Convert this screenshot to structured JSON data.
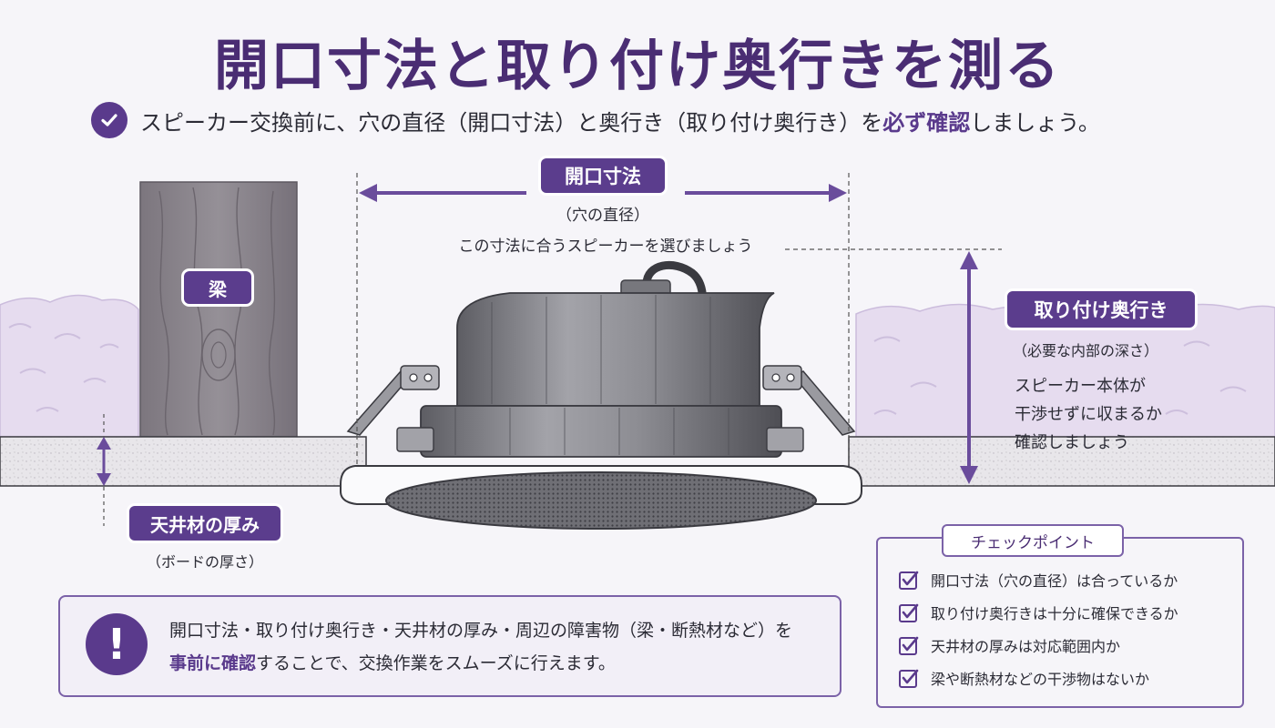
{
  "title": "開口寸法と取り付け奥行きを測る",
  "subtitle": {
    "before": "スピーカー交換前に、穴の直径（開口寸法）と奥行き（取り付け奥行き）を",
    "emphasis": "必ず確認",
    "after": "しましょう。"
  },
  "labels": {
    "beam": "梁",
    "opening": "開口寸法",
    "opening_sub": "（穴の直径）",
    "opening_note": "この寸法に合うスピーカーを選びましょう",
    "depth": "取り付け奥行き",
    "depth_sub": "（必要な内部の深さ）",
    "depth_note_1": "スピーカー本体が",
    "depth_note_2": "干渉せずに収まるか",
    "depth_note_3": "確認しましょう",
    "ceiling": "天井材の厚み",
    "ceiling_sub": "（ボードの厚さ）"
  },
  "note": {
    "line1": "開口寸法・取り付け奥行き・天井材の厚み・周辺の障害物（梁・断熱材など）を",
    "line2_emphasis": "事前に確認",
    "line2_rest": "することで、交換作業をスムーズに行えます。",
    "icon": "exclamation-icon"
  },
  "checkpoints": {
    "title": "チェックポイント",
    "items": [
      "開口寸法（穴の直径）は合っているか",
      "取り付け奥行きは十分に確保できるか",
      "天井材の厚みは対応範囲内か",
      "梁や断熱材などの干渉物はないか"
    ]
  },
  "colors": {
    "accent": "#5b3d8d",
    "title": "#4a2d73",
    "insulation": "#e6dcef",
    "beam": "#8a848c",
    "ceiling": "#e7e5e8"
  }
}
